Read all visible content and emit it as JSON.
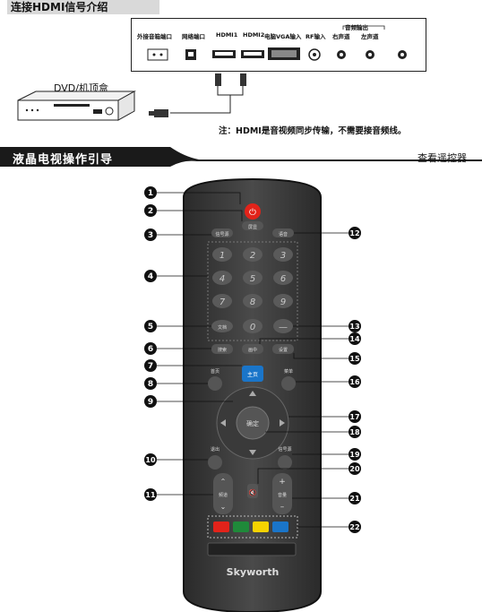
{
  "section1": {
    "title": "连接HDMI信号介绍",
    "ports": [
      {
        "label": "外接音箱端口",
        "icon": "speaker-port-icon"
      },
      {
        "label": "网络端口",
        "icon": "network-port-icon"
      },
      {
        "label": "HDMI1",
        "icon": "hdmi-port-icon"
      },
      {
        "label": "HDMI2",
        "icon": "hdmi-port-icon"
      },
      {
        "label": "电脑VGA输入",
        "icon": "vga-port-icon"
      },
      {
        "label": "RF输入",
        "icon": "rf-port-icon"
      },
      {
        "label": "右声道",
        "icon": "rca-port-icon"
      },
      {
        "label": "左声道",
        "icon": "rca-port-icon"
      },
      {
        "label": "",
        "icon": "rca-port-icon"
      }
    ],
    "audio_out_label": "音频输出",
    "dvd_label": "DVD/机顶盒",
    "note": "注：HDMI是音视频同步传输，不需要接音频线。"
  },
  "section2": {
    "title": "液晶电视操作引导",
    "right_text": "查看遥控器"
  },
  "remote": {
    "brand": "Skyworth",
    "buttons": {
      "input": "信号源",
      "screen": "屏显",
      "voice": "语音",
      "text": "文档",
      "search": "搜索",
      "pip": "画中",
      "settings": "设置",
      "main": "主页",
      "back": "首页",
      "menu": "菜单",
      "ok": "确定",
      "return": "退出",
      "info": "信号源",
      "channel": "频道",
      "volume": "音量",
      "digits": [
        "1",
        "2",
        "3",
        "4",
        "5",
        "6",
        "7",
        "8",
        "9",
        "0"
      ],
      "dash": "—"
    },
    "callouts": [
      "1",
      "2",
      "3",
      "4",
      "5",
      "6",
      "7",
      "8",
      "9",
      "10",
      "11",
      "12",
      "13",
      "14",
      "15",
      "16",
      "17",
      "18",
      "19",
      "20",
      "21",
      "22"
    ],
    "color_keys": [
      "#e2231a",
      "#1f8a3a",
      "#f6d200",
      "#1a75c9"
    ]
  }
}
